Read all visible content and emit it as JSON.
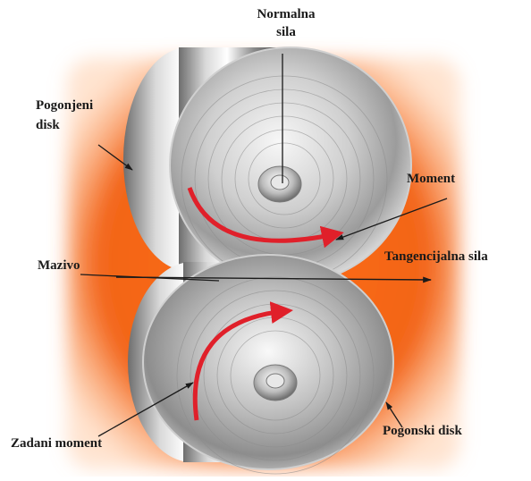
{
  "labels": {
    "normal_force_line1": "Normalna",
    "normal_force_line2": "sila",
    "driven_disk_line1": "Pogonjeni",
    "driven_disk_line2": "disk",
    "moment": "Moment",
    "lubricant": "Mazivo",
    "tangential_force": "Tangencijalna sila",
    "applied_moment": "Zadani moment",
    "driving_disk": "Pogonski disk"
  },
  "colors": {
    "background_glow": "#f26a1b",
    "disk_metal": "#c8c8c8",
    "arrow_red": "#e0202a",
    "leader_line": "#1a1a1a"
  }
}
